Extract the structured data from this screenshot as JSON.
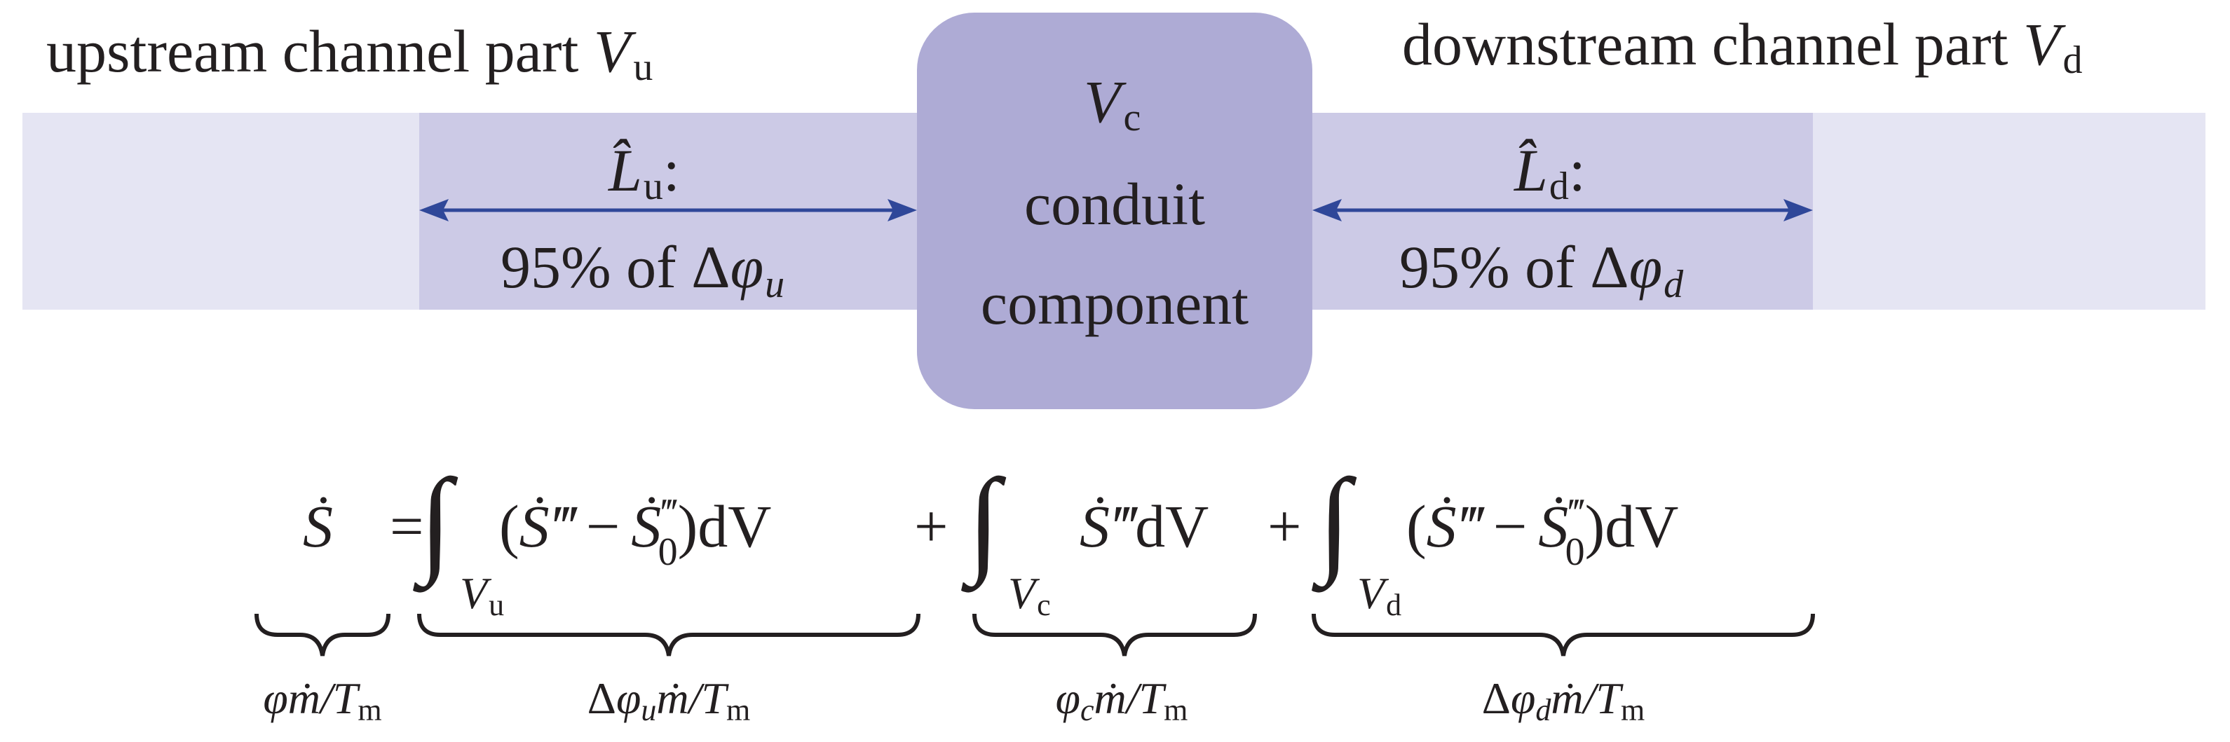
{
  "colors": {
    "channel_outer": "#e5e5f3",
    "channel_inner": "#cccae6",
    "conduit": "#aeabd5",
    "arrow": "#2f4799",
    "text": "#231f20"
  },
  "labels": {
    "upstream_title": "upstream channel part ",
    "upstream_var": "V",
    "upstream_sub": "u",
    "downstream_title": "downstream channel part ",
    "downstream_var": "V",
    "downstream_sub": "d",
    "conduit_var": "V",
    "conduit_sub": "c",
    "conduit_line1": "conduit",
    "conduit_line2": "component",
    "Lu_var": "L̂",
    "Lu_sub": "u",
    "Ld_var": "L̂",
    "Ld_sub": "d",
    "colon": ":",
    "pct_prefix": "95% of Δ",
    "phi": "φ",
    "sub_u": "u",
    "sub_d": "d"
  },
  "equation": {
    "Sdot": "Ṡ",
    "equals": "=",
    "integral": "∫",
    "open_paren": "(",
    "close_paren": ")",
    "S3": "Ṡ‴",
    "minus": "−",
    "S0": "Ṡ",
    "S0_sup": "‴",
    "S0_sub": "0",
    "dV": "dV",
    "plus": "+",
    "lim_V": "V",
    "lim_u": "u",
    "lim_c": "c",
    "lim_d": "d"
  },
  "braces": {
    "total_phi": "φ",
    "mdot": "ṁ",
    "slash_T": "/T",
    "T_sub": "m",
    "delta": "Δ",
    "phi_sub_u": "u",
    "phi_sub_c": "c",
    "phi_sub_d": "d"
  }
}
